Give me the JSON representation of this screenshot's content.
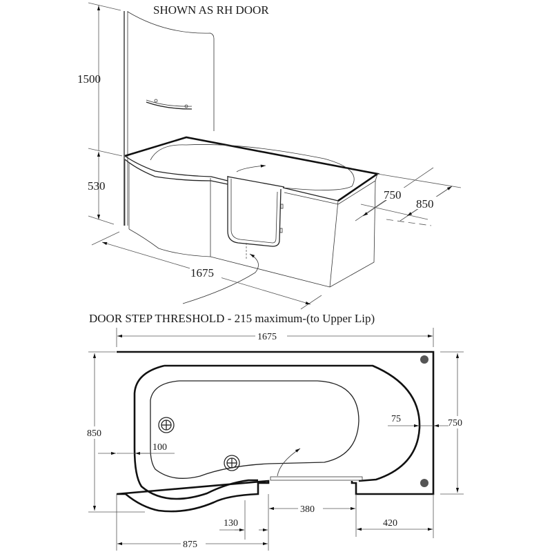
{
  "drawing": {
    "title": "SHOWN AS RH DOOR",
    "threshold_note": "DOOR STEP THRESHOLD - 215 maximum-(to Upper Lip)",
    "colors": {
      "line": "#111111",
      "dim_line": "#555555",
      "fixing_dot": "#555555",
      "background": "#ffffff"
    }
  },
  "isometric_view": {
    "dimensions": {
      "screen_height": "1500",
      "bath_height": "530",
      "length": "1675",
      "width_narrow": "750",
      "width_wide": "850"
    },
    "features": [
      "curved-shower-screen",
      "towel-rail",
      "walk-in-door",
      "door-hinges",
      "door-swing-arrow"
    ]
  },
  "plan_view": {
    "dimensions": {
      "overall_length": "1675",
      "width_wide_end": "850",
      "width_narrow_end": "750",
      "rim_left": "100",
      "rim_right": "75",
      "door_opening": "380",
      "left_return": "130",
      "right_section": "420",
      "left_section": "875"
    },
    "features": [
      "waste-outlet",
      "overflow-outlet",
      "corner-fixing-dots",
      "door-swing-arrow"
    ]
  }
}
